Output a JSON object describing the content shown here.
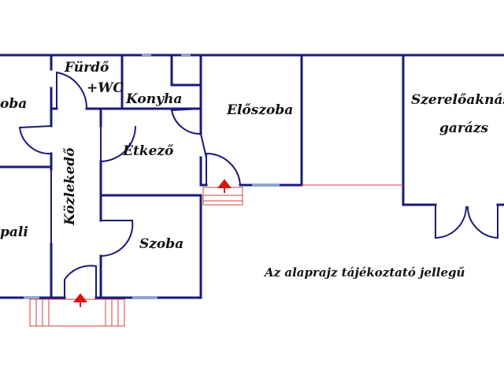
{
  "colors": {
    "wall": "#1a1a7a",
    "window": "#8fa8c8",
    "door": "#1a1a7a",
    "steps": "#d04040",
    "entry_arrow": "#e01010",
    "text": "#111111"
  },
  "rooms": {
    "szoba_left": "oba",
    "furdo": "Fürdő",
    "wc": "+WC",
    "konyha": "Konyha",
    "eloszoba": "Előszoba",
    "etkezo": "Étkező",
    "kozlekedo": "Közlekedő",
    "szoba": "Szoba",
    "nappali": "pali",
    "szereloakna": "Szerelőaknás",
    "garazs": "garázs"
  },
  "note": "Az alaprajz tájékoztató jellegű"
}
